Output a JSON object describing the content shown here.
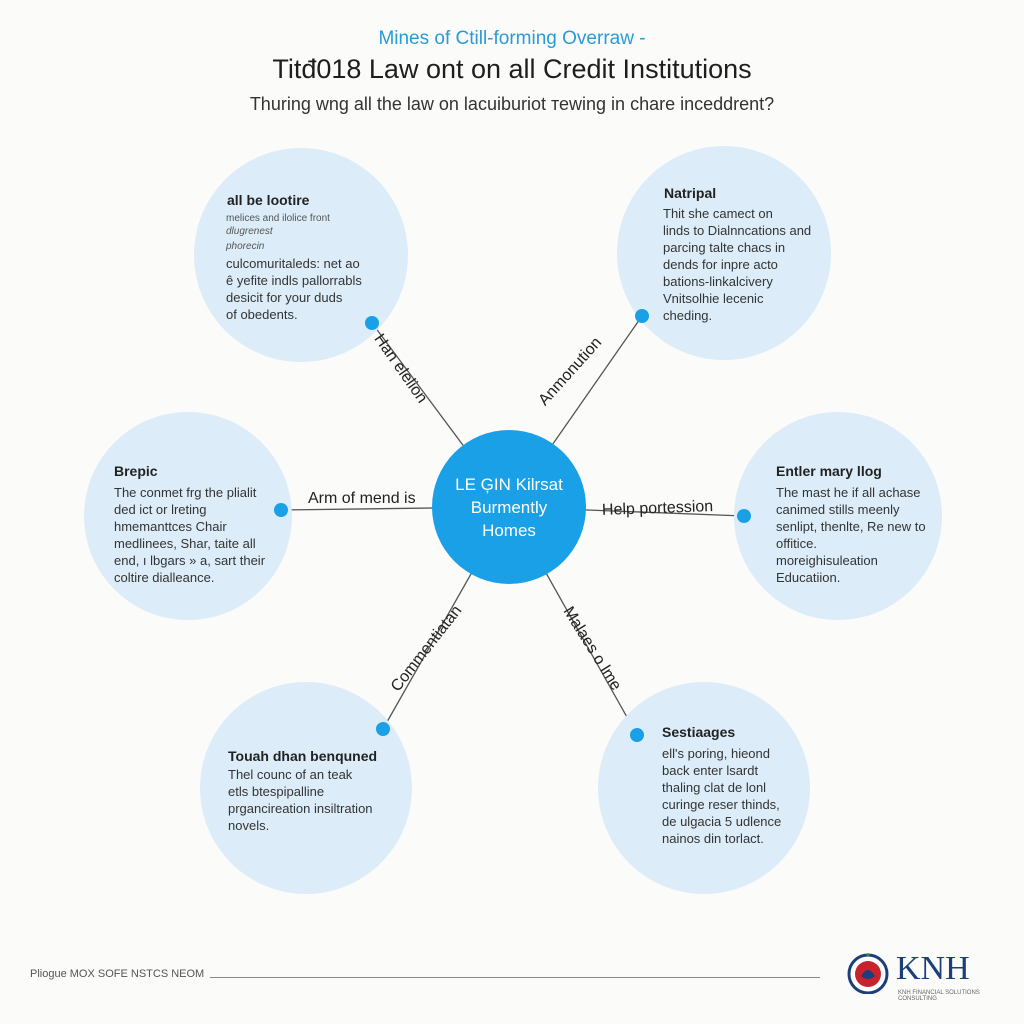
{
  "header": {
    "eyebrow": "Mines of Ctill-forming Overraw -",
    "title": "Titđ018 Law ont on all Credit Institutions",
    "tagline": "Thuring wng all the law on lacuiburiot теwing in chare inceddrent?"
  },
  "hub": {
    "line1": "LE ĢIN Kilrsat",
    "line2": "Burmently",
    "line3": "Homes"
  },
  "bubbles": [
    {
      "id": "top-left",
      "heading": "all be lootire",
      "lines": [
        "melices and ilolice front",
        "dlugrenest",
        "phorecin",
        "culcomuritaleds: net ao",
        "ê yefite indls pallorrabls",
        "desicit for your duds",
        "of obedents."
      ]
    },
    {
      "id": "top-right",
      "heading": "Natripal",
      "lines": [
        "Thit she camect on",
        "linds to Dialnncations and",
        "parcing talte chacs in",
        "dends for inpre acto",
        "bations-linkalcivery",
        "Vnitsolhie lecenic",
        "cheding."
      ]
    },
    {
      "id": "mid-left",
      "heading": "Brepic",
      "lines": [
        "The conmet frg the plialit",
        "ded ict or lreting",
        "hmemanttces Chair",
        "medlinees, Shar, taite all",
        "end, ı lbgars » a, sart their",
        "coltire dialleance."
      ]
    },
    {
      "id": "mid-right",
      "heading": "Entler mary llog",
      "lines": [
        "The mast he if all achase",
        "canimed stills meenly",
        "senlipt, thenlte, Re new to",
        "offitice.",
        "moreighisuleation",
        "Educatiion."
      ]
    },
    {
      "id": "bottom-left",
      "heading": "Touah dhan benquned",
      "lines": [
        "Thel counc of an teak",
        "etls btespipalline",
        "prgancireation insiltration",
        "novels."
      ]
    },
    {
      "id": "bottom-right",
      "heading": "Sestiaages",
      "lines": [
        "ell's poring, hieond",
        "back enter lsardt",
        "thaling clat de lonl",
        "curinge reser thinds,",
        "de ulgacia 5 udlence",
        "nainos din torlact."
      ]
    }
  ],
  "edges": [
    {
      "id": "top-left",
      "label": "Han elelion"
    },
    {
      "id": "top-right",
      "label": "Anmonution"
    },
    {
      "id": "mid-left",
      "label": "Arm of mend is"
    },
    {
      "id": "mid-right",
      "label": "Help portession"
    },
    {
      "id": "bottom-left",
      "label": "Commentiatan"
    },
    {
      "id": "bottom-right",
      "label": "Malaes o lme"
    }
  ],
  "footer": {
    "left": "Pliogue MOX SOFE NSTCS NEOM",
    "logo": "KNH",
    "logo_sub": "KNH FINANCIAL SOLUTIONS CONSULTING",
    "logo_icon": "bank-seal-icon"
  },
  "colors": {
    "hub": "#1aa0e6",
    "bubble": "#dcedf9",
    "accent_text": "#2a9bd8",
    "edge": "#555555",
    "dot": "#1aa0e6"
  }
}
